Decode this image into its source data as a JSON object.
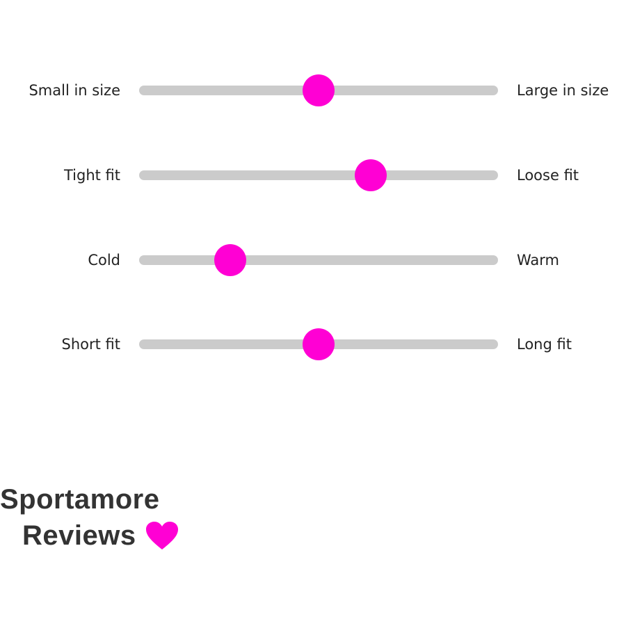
{
  "sliders": [
    {
      "left_label": "Small in size",
      "right_label": "Large in size",
      "value": 0.5
    },
    {
      "left_label": "Tight fit",
      "right_label": "Loose fit",
      "value": 0.645
    },
    {
      "left_label": "Cold",
      "right_label": "Warm",
      "value": 0.254
    },
    {
      "left_label": "Short fit",
      "right_label": "Long fit",
      "value": 0.5
    }
  ],
  "brand": {
    "line1": "Sportamore",
    "line2": "Reviews",
    "icon": "heart-icon"
  },
  "colors": {
    "accent": "#ff00d4",
    "track": "#cbcbcb"
  }
}
